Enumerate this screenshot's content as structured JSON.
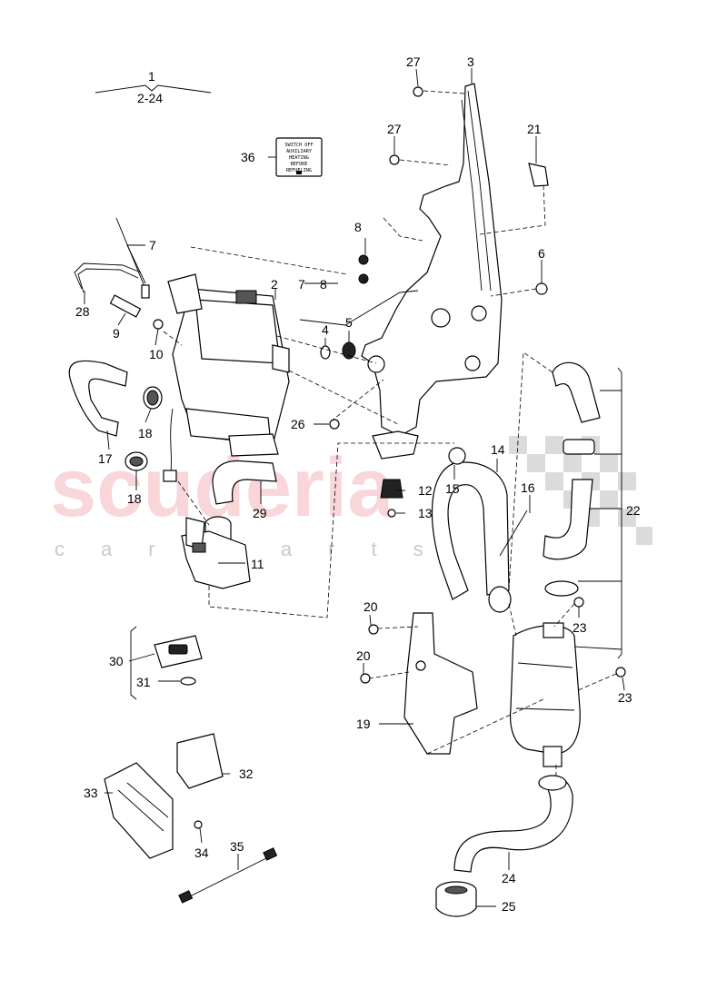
{
  "watermark": {
    "brand": "scuderia",
    "sub": "car parts"
  },
  "group_label": {
    "top": "1",
    "bottom": "2-24"
  },
  "sticker_lines": [
    "SWITCH OFF",
    "AUXILIARY",
    "HEATING",
    "BEFORE",
    "REFUELING"
  ],
  "callouts": {
    "c2": "2",
    "c3": "3",
    "c4": "4",
    "c5": "5",
    "c6": "6",
    "c7a": "7",
    "c7b": "7",
    "c8a": "8",
    "c8b": "8",
    "c9": "9",
    "c10": "10",
    "c11": "11",
    "c12": "12",
    "c13": "13",
    "c14": "14",
    "c15": "15",
    "c16": "16",
    "c17": "17",
    "c18a": "18",
    "c18b": "18",
    "c19": "19",
    "c20a": "20",
    "c20b": "20",
    "c21": "21",
    "c22": "22",
    "c23a": "23",
    "c23b": "23",
    "c24": "24",
    "c25": "25",
    "c26": "26",
    "c27a": "27",
    "c27b": "27",
    "c28": "28",
    "c29": "29",
    "c30": "30",
    "c31": "31",
    "c32": "32",
    "c33": "33",
    "c34": "34",
    "c35": "35",
    "c36": "36"
  }
}
